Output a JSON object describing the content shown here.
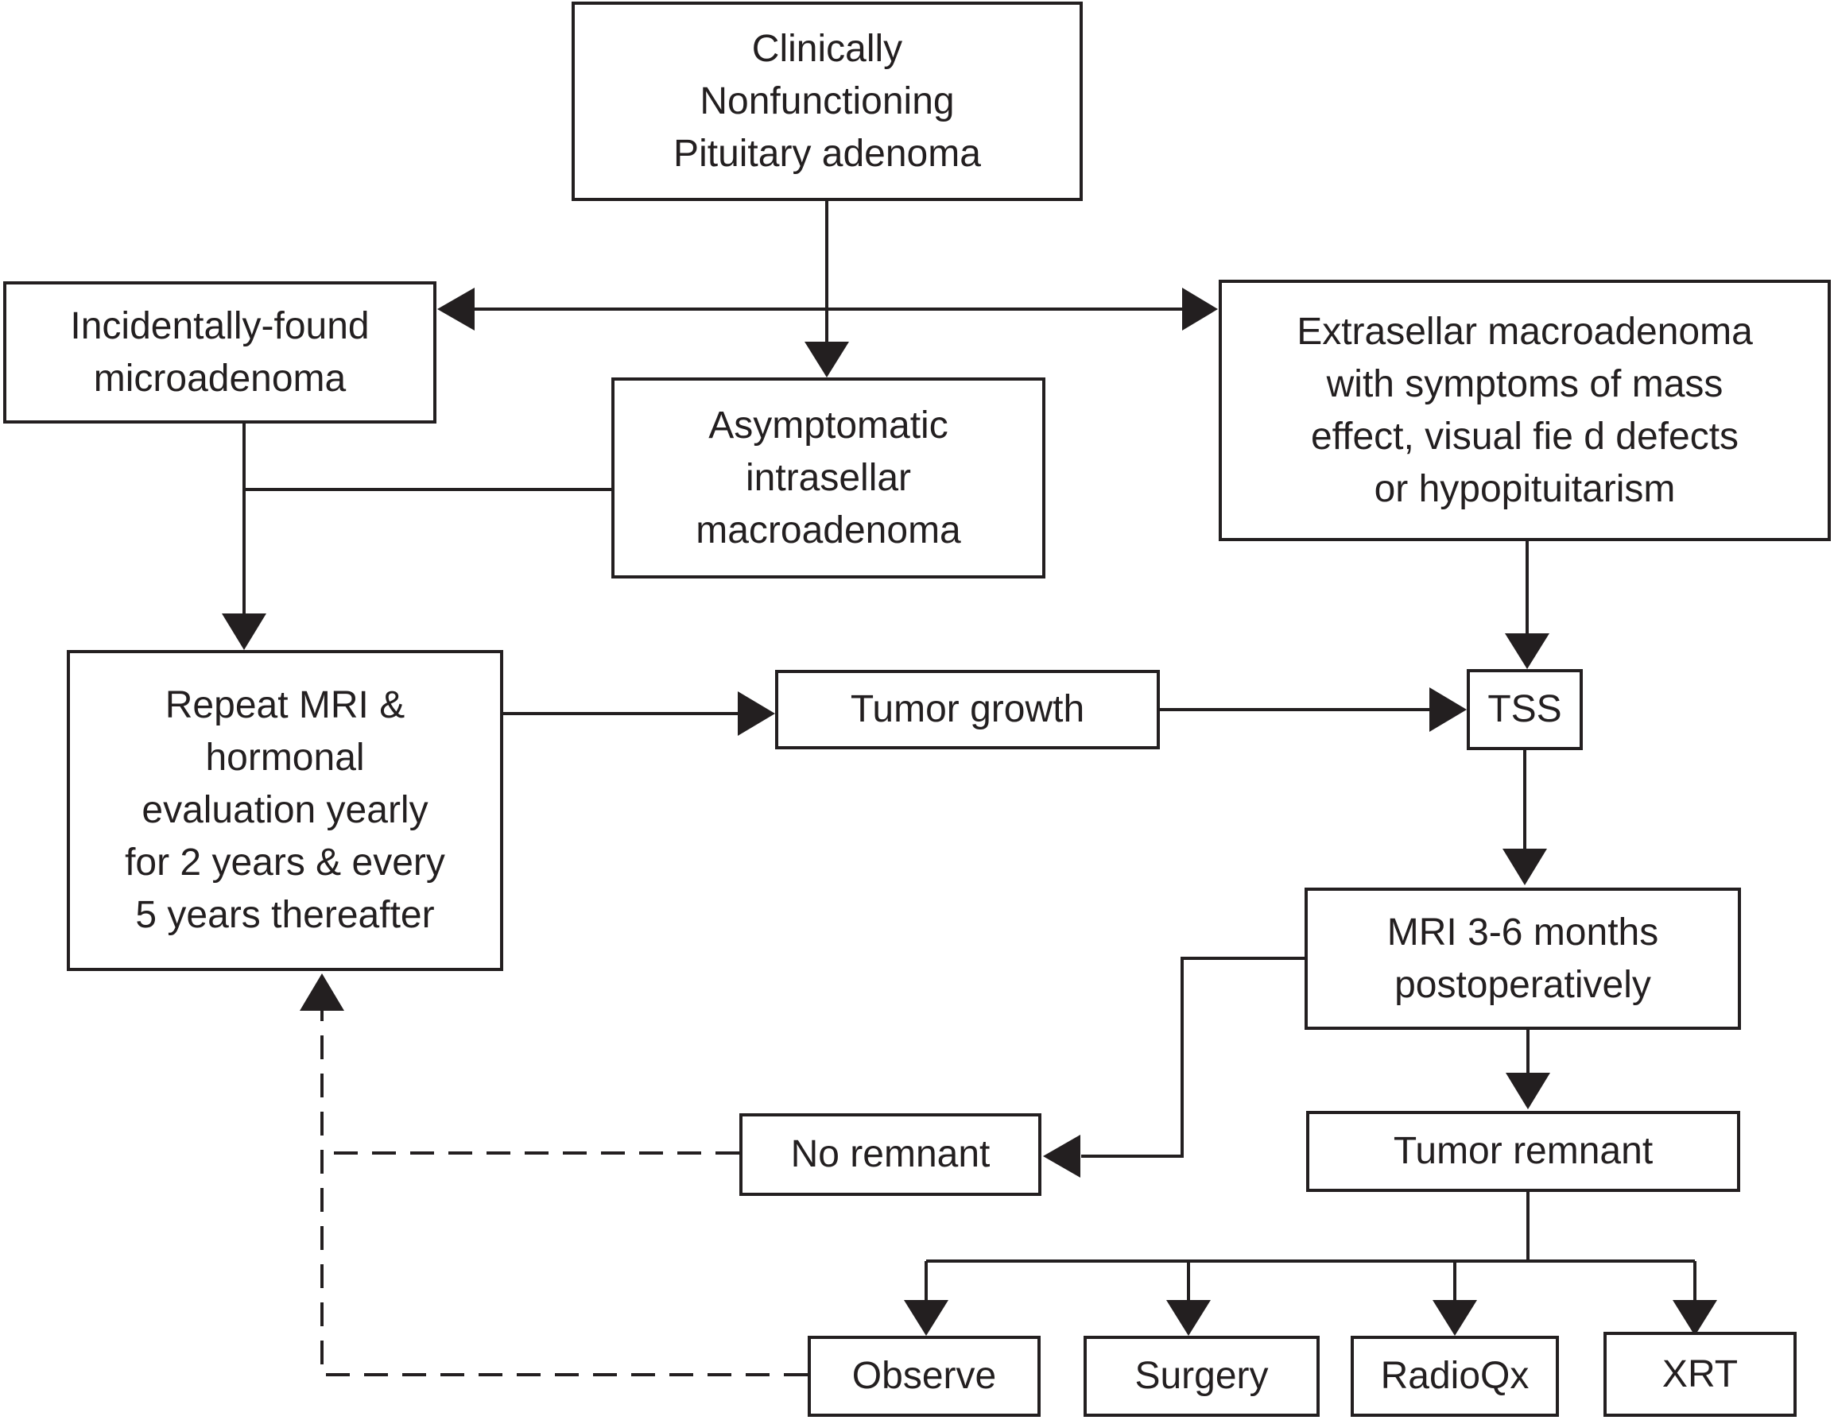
{
  "diagram": {
    "nodes": {
      "clinically_nonfunctioning": "Clinically\nNonfunctioning\nPituitary adenoma",
      "incidental_microadenoma": "Incidentally-found\nmicroadenoma",
      "asymptomatic_intrasellar": "Asymptomatic\nintrasellar\nmacroadenoma",
      "extrasellar_macroadenoma": "Extrasellar macroadenoma\nwith symptoms of mass\neffect, visual fie d defects\nor hypopituitarism",
      "repeat_mri": "Repeat MRI &\nhormonal\nevaluation yearly\nfor 2 years & every\n5 years thereafter",
      "tumor_growth": "Tumor growth",
      "tss": "TSS",
      "mri_postop": "MRI 3-6 months\npostoperatively",
      "no_remnant": "No remnant",
      "tumor_remnant": "Tumor remnant",
      "observe": "Observe",
      "surgery": "Surgery",
      "radioqx": "RadioQx",
      "xrt": "XRT"
    },
    "edges": [
      {
        "from": "clinically_nonfunctioning",
        "to": "incidental_microadenoma",
        "style": "solid"
      },
      {
        "from": "clinically_nonfunctioning",
        "to": "asymptomatic_intrasellar",
        "style": "solid"
      },
      {
        "from": "clinically_nonfunctioning",
        "to": "extrasellar_macroadenoma",
        "style": "solid"
      },
      {
        "from": "incidental_microadenoma",
        "to": "repeat_mri",
        "style": "solid"
      },
      {
        "from": "asymptomatic_intrasellar",
        "to": "repeat_mri",
        "style": "solid"
      },
      {
        "from": "repeat_mri",
        "to": "tumor_growth",
        "style": "solid"
      },
      {
        "from": "tumor_growth",
        "to": "tss",
        "style": "solid"
      },
      {
        "from": "extrasellar_macroadenoma",
        "to": "tss",
        "style": "solid"
      },
      {
        "from": "tss",
        "to": "mri_postop",
        "style": "solid"
      },
      {
        "from": "mri_postop",
        "to": "no_remnant",
        "style": "solid"
      },
      {
        "from": "mri_postop",
        "to": "tumor_remnant",
        "style": "solid"
      },
      {
        "from": "tumor_remnant",
        "to": "observe",
        "style": "solid"
      },
      {
        "from": "tumor_remnant",
        "to": "surgery",
        "style": "solid"
      },
      {
        "from": "tumor_remnant",
        "to": "radioqx",
        "style": "solid"
      },
      {
        "from": "tumor_remnant",
        "to": "xrt",
        "style": "solid"
      },
      {
        "from": "no_remnant",
        "to": "repeat_mri",
        "style": "dashed"
      },
      {
        "from": "observe",
        "to": "repeat_mri",
        "style": "dashed"
      }
    ],
    "colors": {
      "stroke": "#231f20",
      "background": "#ffffff"
    }
  }
}
